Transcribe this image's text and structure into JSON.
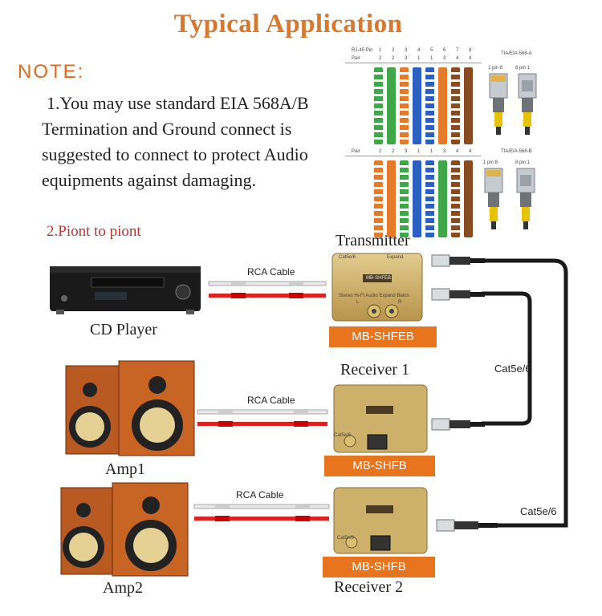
{
  "header": {
    "title": "Typical Application"
  },
  "note": {
    "heading": "NOTE:",
    "lines": [
      "1.You may use  standard EIA 568A/B",
      "Termination   and  Ground  connect  is",
      "suggested to connect to protect Audio",
      " equipments against damaging."
    ]
  },
  "section": {
    "title": "2.Piont to piont"
  },
  "wiring": {
    "pin_label": "RJ-45 Pin",
    "pair_label": "Pair",
    "pins": [
      "1",
      "2",
      "3",
      "4",
      "5",
      "6",
      "7",
      "8"
    ],
    "pairs_a": [
      "2",
      "2",
      "3",
      "1",
      "1",
      "3",
      "4",
      "4"
    ],
    "pairs_b": [
      "2",
      "2",
      "3",
      "1",
      "1",
      "3",
      "4",
      "4"
    ],
    "std_a": "TIA/EIA-568-A",
    "std_b": "TIA/EIA-568-B",
    "plug_pin_a": "1  pin  8",
    "plug_pin_b": "8  pin  1",
    "stripes_a": [
      "#3fa64a",
      "#3fa64a",
      "#e57a2a",
      "#2b5fc4",
      "#2b5fc4",
      "#e57a2a",
      "#8a4a1f",
      "#8a4a1f"
    ],
    "stripes_b": [
      "#e57a2a",
      "#e57a2a",
      "#3fa64a",
      "#2b5fc4",
      "#2b5fc4",
      "#3fa64a",
      "#8a4a1f",
      "#8a4a1f"
    ]
  },
  "devices": {
    "transmitter": {
      "label": "Transmitter",
      "model": "MB-SHFEB",
      "box_text": "Stereo Hi-Fi Audio Expand Balun",
      "port_l": "L",
      "port_r": "R",
      "top_left": "Cat5e/6",
      "top_right": "Expand",
      "logo": "MB-SHFEB"
    },
    "receiver1": {
      "label": "Receiver 1",
      "model": "MB-SHFB",
      "port": "Cat5e/6"
    },
    "receiver2": {
      "label": "Receiver 2",
      "model": "MB-SHFB",
      "port": "Cat5e/6"
    },
    "cd_player": {
      "label": "CD Player"
    },
    "amp1": {
      "label": "Amp1"
    },
    "amp2": {
      "label": "Amp2"
    }
  },
  "cables": {
    "rca": [
      "RCA Cable",
      "RCA Cable",
      "RCA Cable"
    ],
    "cat1": "Cat5e/6",
    "cat2": "Cat5e/6"
  },
  "colors": {
    "accent": "#e8751e",
    "title": "#d9782c",
    "red": "#c4302b",
    "gold": "#c9a85a"
  }
}
